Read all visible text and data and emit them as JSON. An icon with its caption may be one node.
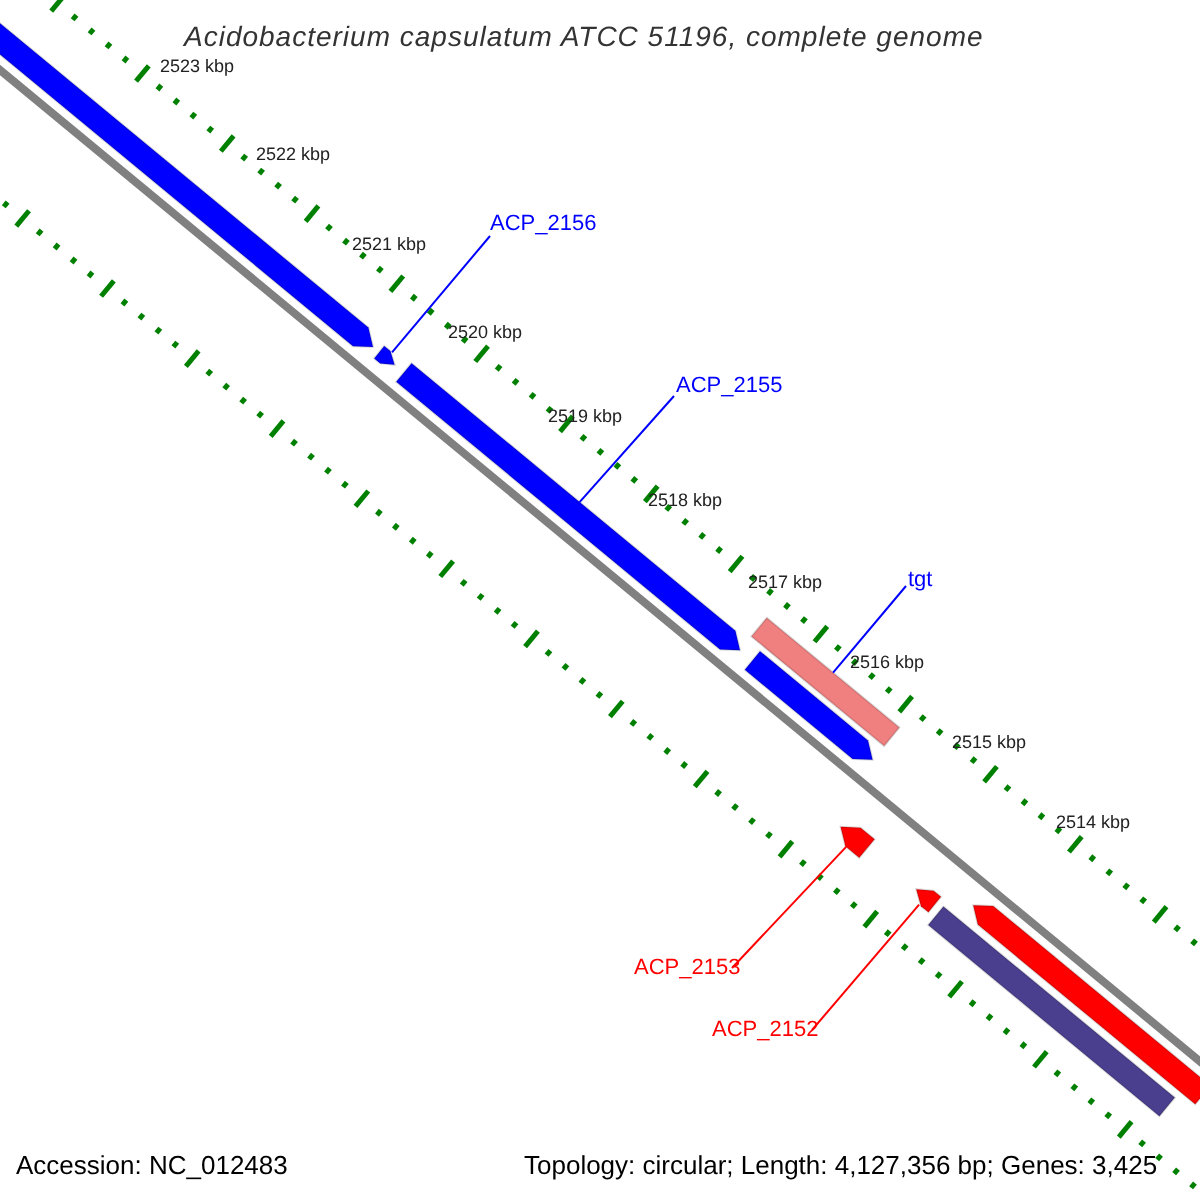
{
  "diagram": {
    "title": "Acidobacterium capsulatum ATCC 51196, complete genome",
    "nodes": [
      {
        "text": [],
        "shape": "bar"
      },
      {
        "text": [],
        "shape": "bar"
      },
      {
        "text": [
          "ACP_2156"
        ]
      },
      {
        "text": [
          "ACP_2155"
        ]
      },
      {
        "text": [],
        "shape": "bar"
      },
      {
        "text": [
          "tgt"
        ]
      },
      {
        "text": [],
        "shape": "bar"
      },
      {
        "text": [],
        "shape": "bar"
      },
      {
        "text": [],
        "shape": "bar"
      },
      {
        "text": [],
        "shape": "bar"
      },
      {
        "text": [
          "ACP_2153"
        ]
      },
      {
        "text": [],
        "shape": "bar"
      },
      {
        "text": [],
        "shape": "bar"
      },
      {
        "text": [
          "ACP_2152"
        ]
      }
    ],
    "edges": [
      {
        "from": 2,
        "to": 1,
        "arrow": "none"
      },
      {
        "from": 3,
        "to": 4,
        "arrow": "none"
      },
      {
        "from": 5,
        "to": 6,
        "arrow": "none"
      },
      {
        "from": 10,
        "to": 8,
        "arrow": "none",
        "color": "#ff0000"
      },
      {
        "from": 13,
        "to": 9,
        "arrow": "none",
        "color": "#ff0000"
      }
    ],
    "labels": [
      "2523 kbp",
      "2522 kbp",
      "2521 kbp",
      "2520 kbp",
      "2519 kbp",
      "2518 kbp",
      "2517 kbp",
      "2516 kbp",
      "2515 kbp",
      "2514 kbp",
      "Accession: NC_012483",
      "Topology: circular; Length: 4,127,356 bp; Genes: 3,425"
    ]
  }
}
